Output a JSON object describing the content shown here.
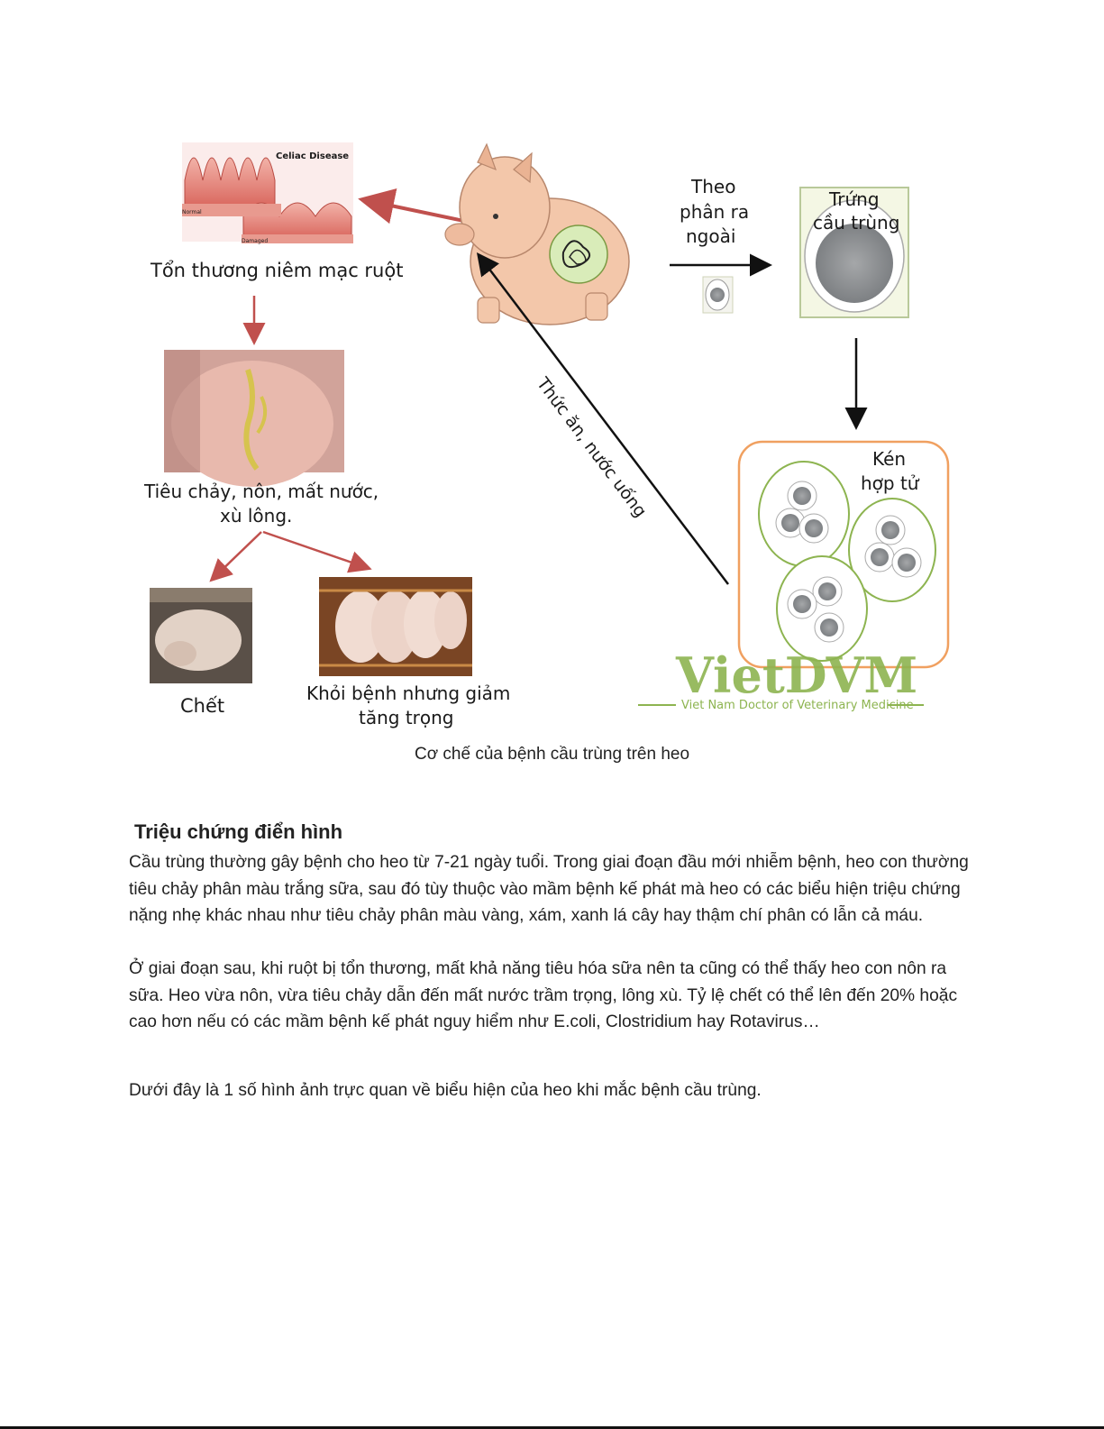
{
  "figure": {
    "labels": {
      "celiac": "Celiac Disease",
      "normal": "Normal",
      "damaged": "Damaged",
      "intestine_damage": "Tổn thương niêm mạc ruột",
      "theo": "Theo",
      "phan_ra": "phân ra",
      "ngoai": "ngoài",
      "trung": "Trứng",
      "cau_trung": "cầu trùng",
      "ken": "Kén",
      "hop_tu": "hợp tử",
      "thuc_an": "Thức ăn, nước uống",
      "symptoms_1": "Tiêu chảy, nôn, mất nước,",
      "symptoms_2": "xù lông.",
      "chet": "Chết",
      "khoi_1": "Khỏi bệnh nhưng giảm",
      "khoi_2": "tăng trọng",
      "logo": "VietDVM",
      "logo_sub": "Viet Nam Doctor of Veterinary Medicine"
    },
    "icons": [
      "pig-illustration",
      "intestine-illustration",
      "oocyst-icon",
      "zygote-cyst-icon",
      "arrow-icon"
    ]
  },
  "caption": "Cơ chế của bệnh cầu trùng trên heo",
  "section_title": "Triệu chứng điển hình",
  "paragraphs": [
    "Cầu trùng thường gây bệnh cho heo từ 7-21 ngày tuổi. Trong giai đoạn đầu mới nhiễm bệnh, heo con thường tiêu chảy phân màu trắng sữa, sau đó tùy thuộc vào mầm bệnh kế phát mà heo có các biểu hiện triệu chứng nặng nhẹ khác nhau như tiêu chảy phân màu vàng, xám, xanh lá cây hay thậm chí phân có lẫn cả máu.",
    "Ở giai đoạn sau, khi ruột bị tổn thương, mất khả năng tiêu hóa sữa nên ta cũng có thể thấy heo con nôn ra sữa. Heo vừa nôn, vừa tiêu chảy dẫn đến mất nước trầm trọng, lông xù. Tỷ lệ chết có thể lên đến 20% hoặc cao hơn nếu có các mầm bệnh kế phát nguy hiểm như E.coli, Clostridium hay Rotavirus…",
    "Dưới đây là 1 số hình ảnh trực quan về biểu hiện của heo khi mắc bệnh cầu trùng."
  ],
  "colors": {
    "red_arrow": "#c0504d",
    "dark_arrow": "#111111",
    "orange_border": "#f0a060",
    "green_circle": "#8db450",
    "logo_green": "#8db450",
    "logo_blue": "#7fb3d8",
    "pig_pink": "#f3c7aa"
  }
}
